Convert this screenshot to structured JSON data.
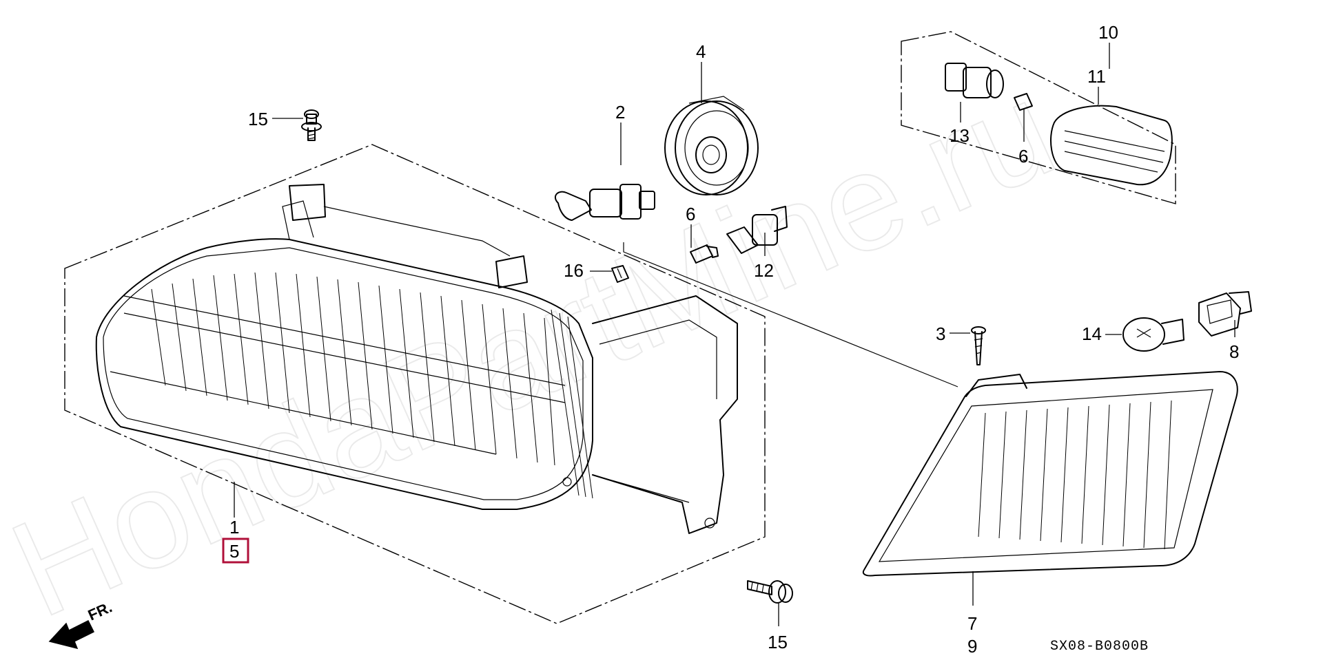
{
  "diagram": {
    "watermark": "HondaPartMine.ru",
    "diagram_code": "SX08-B0800B",
    "front_marker": "FR.",
    "highlighted_label": "5",
    "callouts": {
      "c1": "1",
      "c2": "2",
      "c3": "3",
      "c4": "4",
      "c5": "5",
      "c6a": "6",
      "c6b": "6",
      "c7": "7",
      "c8": "8",
      "c9": "9",
      "c10": "10",
      "c11": "11",
      "c12": "12",
      "c13": "13",
      "c14": "14",
      "c15a": "15",
      "c15b": "15",
      "c16": "16"
    }
  }
}
